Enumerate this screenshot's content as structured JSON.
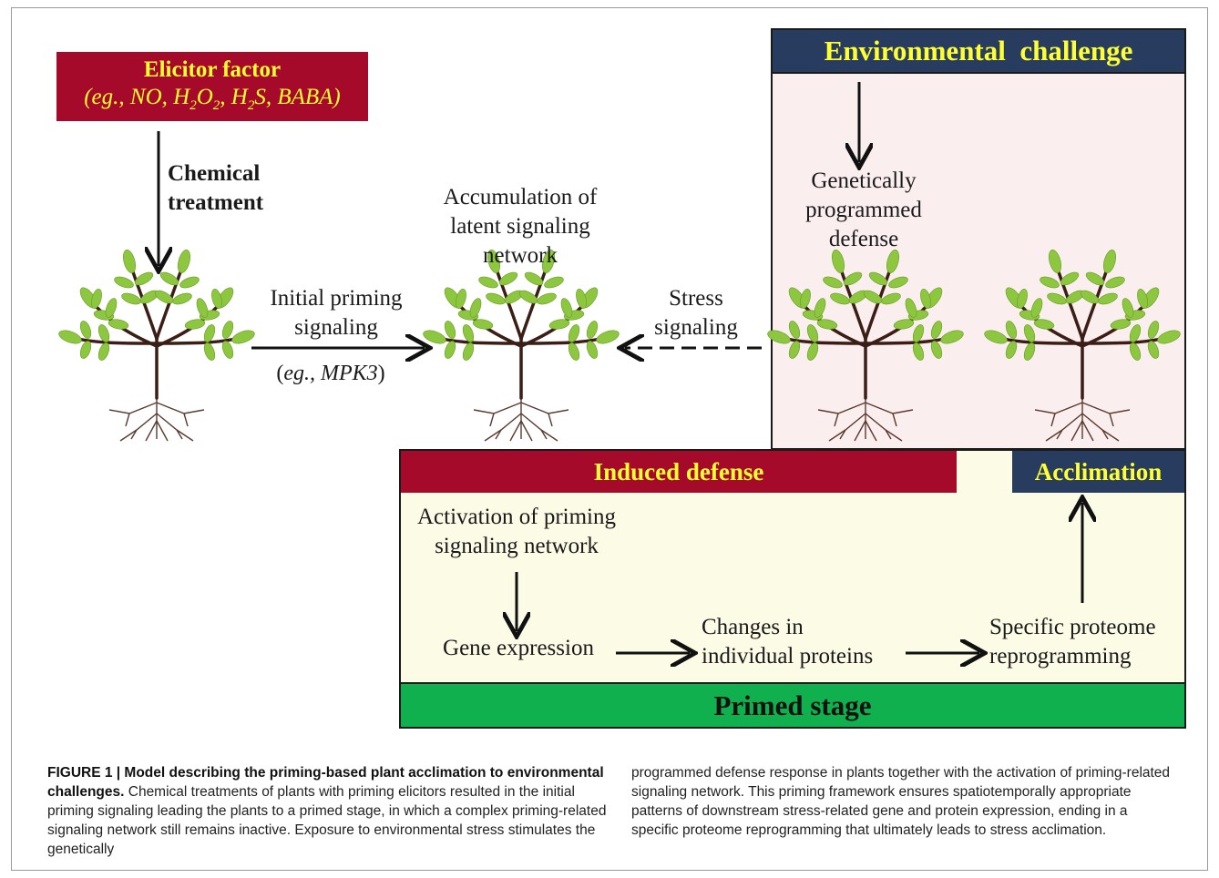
{
  "elicitor": {
    "title": "Elicitor factor",
    "examples": "(eg., NO, H2O2, H2S, BABA)"
  },
  "chemical_treatment": {
    "line1": "Chemical",
    "line2": "treatment"
  },
  "accumulation": {
    "line1": "Accumulation of",
    "line2": "latent signaling",
    "line3": "network"
  },
  "initial_priming": {
    "line1": "Initial priming",
    "line2": "signaling",
    "example": "(eg., MPK3)"
  },
  "stress_signaling": {
    "line1": "Stress",
    "line2": "signaling"
  },
  "environmental_challenge": "Environmental  challenge",
  "genetically_programmed": {
    "line1": "Genetically",
    "line2": "programmed",
    "line3": "defense"
  },
  "induced_defense": "Induced defense",
  "acclimation": "Acclimation",
  "activation": {
    "line1": "Activation of priming",
    "line2": "signaling network"
  },
  "gene_expression": "Gene expression",
  "changes_proteins": {
    "line1": "Changes in",
    "line2": "individual proteins"
  },
  "proteome": {
    "line1": "Specific proteome",
    "line2": "reprogramming"
  },
  "primed_stage": "Primed stage",
  "caption": {
    "label": "FIGURE 1 | Model describing the priming-based plant acclimation to environmental challenges.",
    "left_text": "Chemical treatments of plants with priming elicitors resulted in the initial priming signaling leading the plants to a primed stage, in which a complex priming-related signaling network still remains inactive. Exposure to environmental stress stimulates the genetically",
    "right_text": "programmed defense response in plants together with the activation of priming-related signaling network. This priming framework ensures spatiotemporally appropriate patterns of downstream stress-related gene and protein expression, ending in a specific proteome reprogramming that ultimately leads to stress acclimation."
  },
  "colors": {
    "red_header": "#a50a2b",
    "navy_header": "#283c5f",
    "green_bar": "#0fb04d",
    "env_bg": "#fbeeee",
    "induced_bg": "#fbfbe6",
    "header_text": "#ffff33",
    "leaf": "#8dc63f",
    "stem": "#3b1f16"
  }
}
